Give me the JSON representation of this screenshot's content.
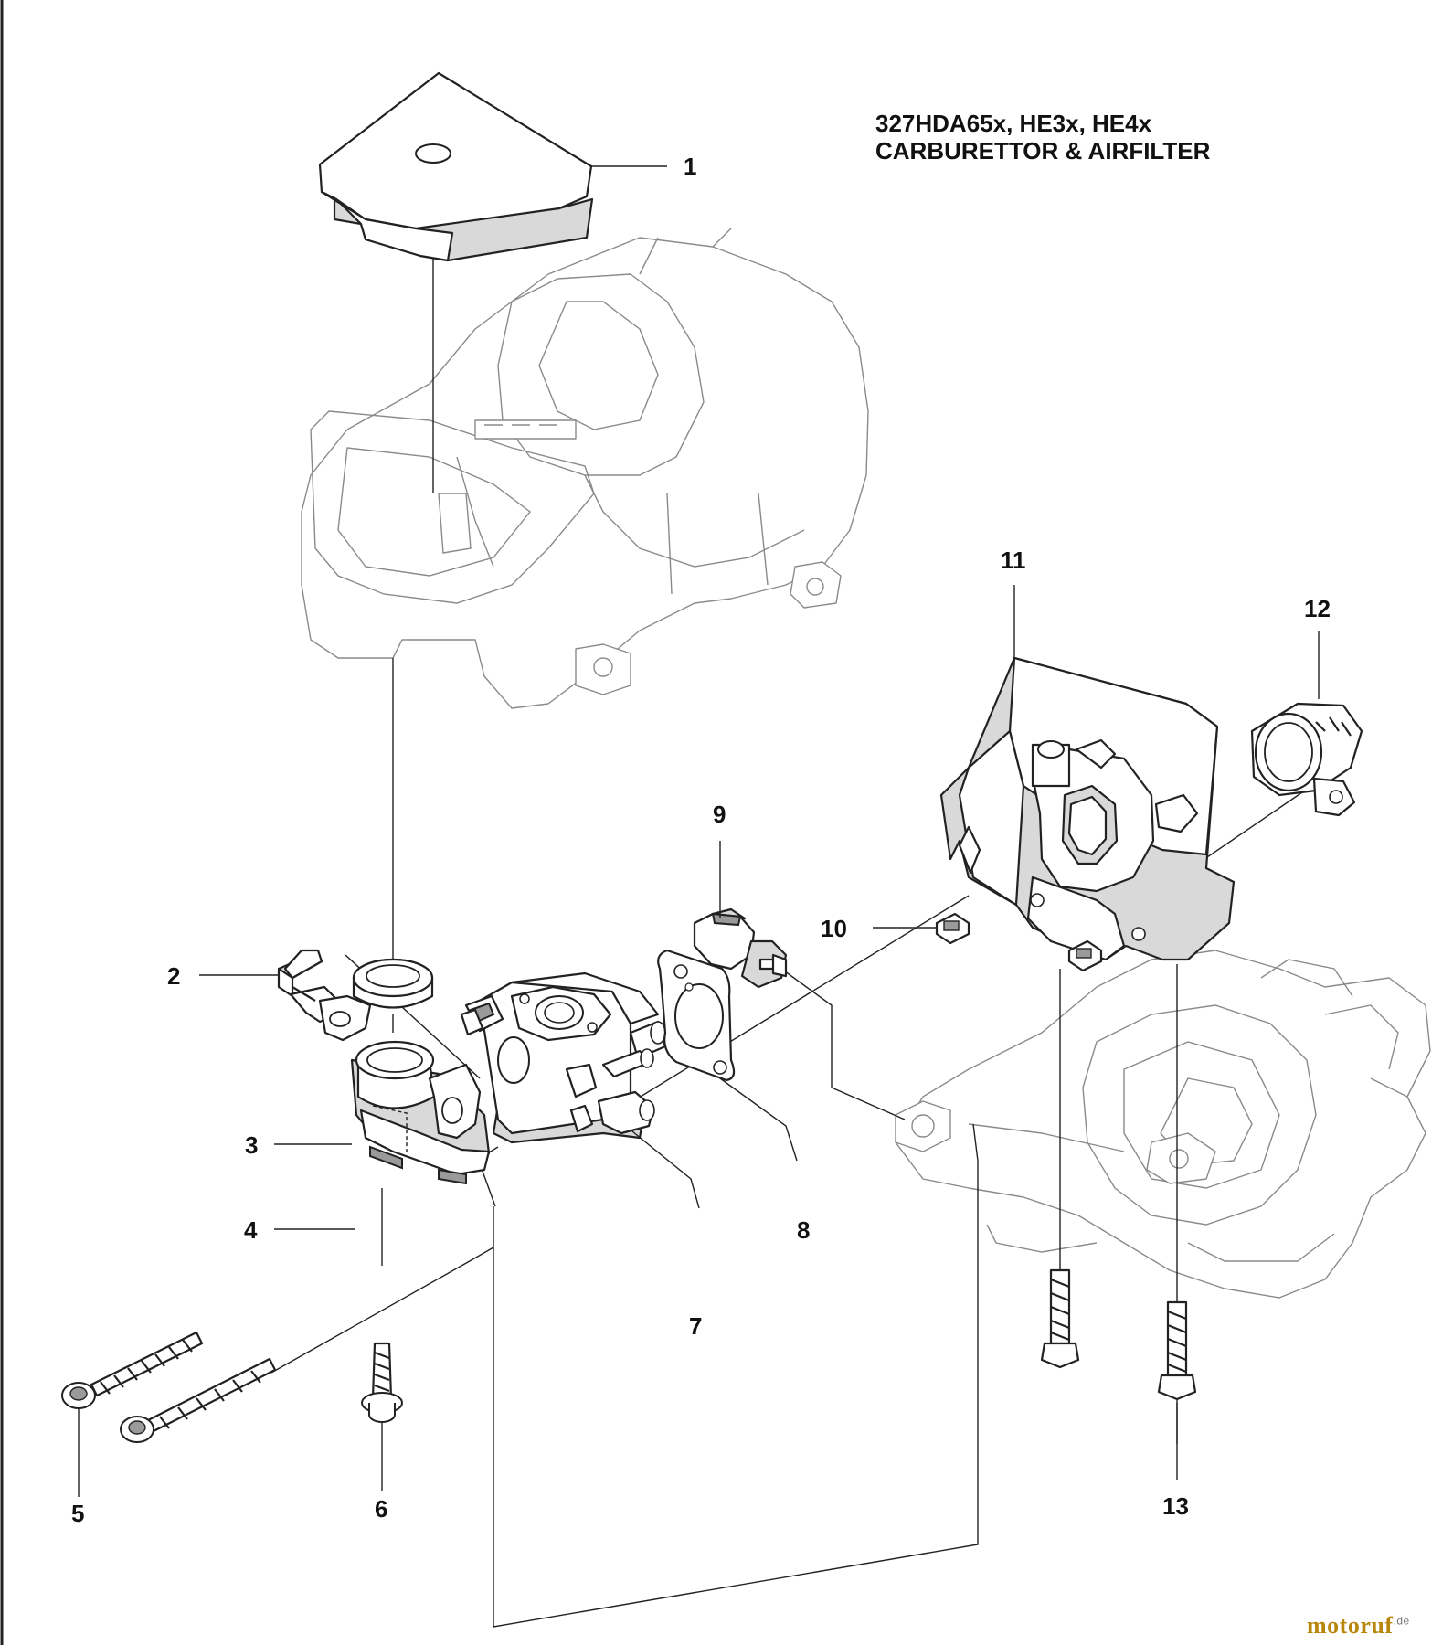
{
  "title": {
    "line1": "327HDA65x, HE3x, HE4x",
    "line2": "CARBURETTOR & AIRFILTER"
  },
  "callouts": [
    "1",
    "2",
    "3",
    "4",
    "5",
    "6",
    "7",
    "8",
    "9",
    "10",
    "11",
    "12",
    "13"
  ],
  "watermark": {
    "text": "motoruf",
    "suffix": ".de",
    "color": "#b8860b"
  }
}
